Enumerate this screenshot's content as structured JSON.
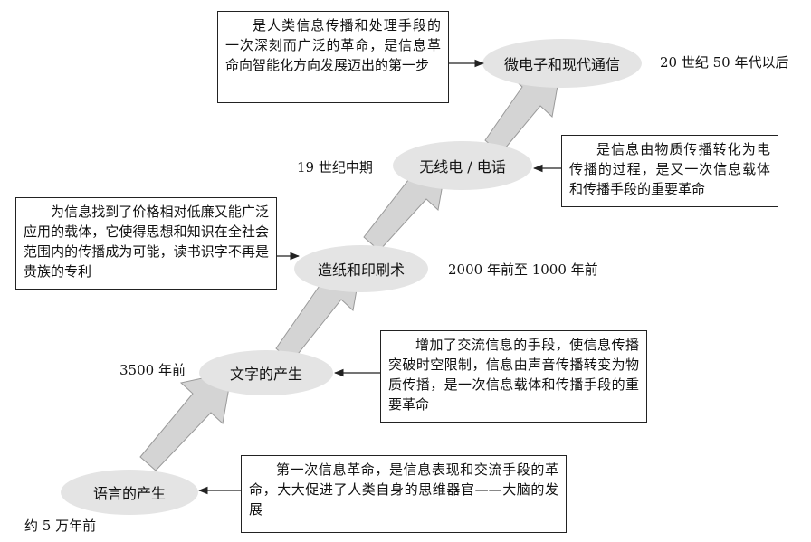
{
  "stages": [
    {
      "id": "speech",
      "label": "语言的产生",
      "date": "约 5 万年前",
      "note": "第一次信息革命，是信息表现和交流手段的革命，大大促进了人类自身的思维器官——大脑的发展"
    },
    {
      "id": "writing",
      "label": "文字的产生",
      "date": "3500 年前",
      "note": "增加了交流信息的手段，使信息传播突破时空限制，信息由声音传播转变为物质传播，是一次信息载体和传播手段的重要革命"
    },
    {
      "id": "printing",
      "label": "造纸和印刷术",
      "date": "2000 年前至 1000 年前",
      "note": "为信息找到了价格相对低廉又能广泛应用的载体，它使得思想和知识在全社会范围内的传播成为可能，读书识字不再是贵族的专利"
    },
    {
      "id": "radio",
      "label": "无线电 / 电话",
      "date": "19 世纪中期",
      "note": "是信息由物质传播转化为电传播的过程，是又一次信息载体和传播手段的重要革命"
    },
    {
      "id": "micro",
      "label": "微电子和现代通信",
      "date": "20 世纪 50 年代以后",
      "note": "是人类信息传播和处理手段的一次深刻而广泛的革命，是信息革命向智能化方向发展迈出的第一步"
    }
  ],
  "colors": {
    "ellipse_fill": "#e4e4e4",
    "arrow_fill": "#d4d4d4",
    "arrow_stroke": "#9a9a9a",
    "box_border": "#222222",
    "connector": "#222222"
  }
}
